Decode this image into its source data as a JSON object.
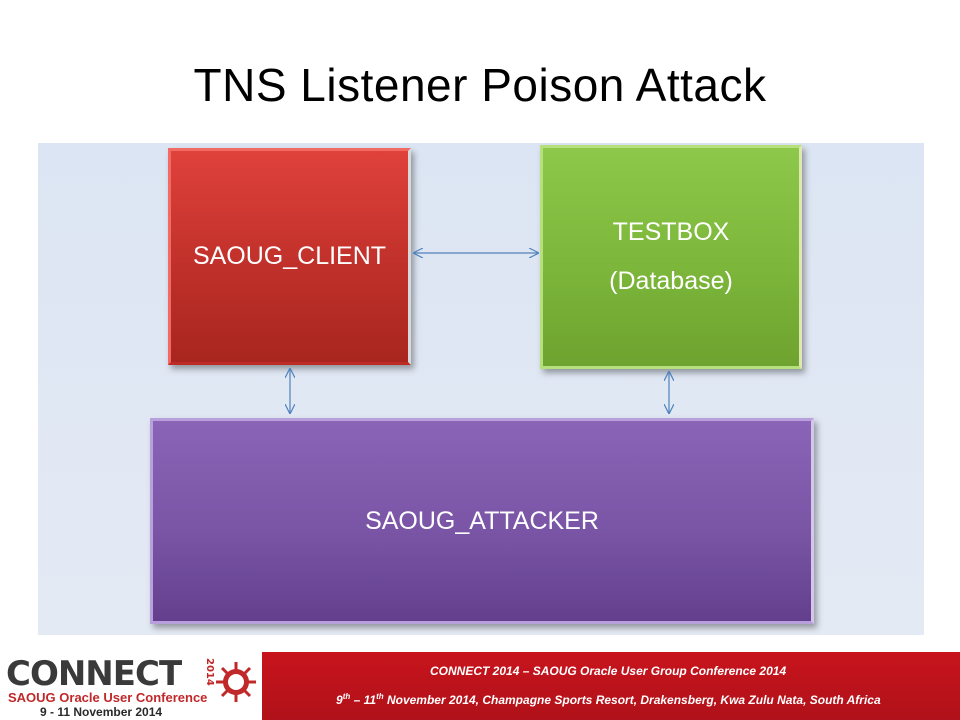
{
  "slide": {
    "title": "TNS Listener Poison Attack"
  },
  "diagram": {
    "client_label": "SAOUG_CLIENT",
    "testbox_label": "TESTBOX",
    "testbox_sublabel": "(Database)",
    "attacker_label": "SAOUG_ATTACKER"
  },
  "footer": {
    "logo_word": "CONNECT",
    "logo_year": "2014",
    "logo_subtitle": "SAOUG Oracle User Conference",
    "logo_dates": "9 - 11 November 2014",
    "banner_line1": "CONNECT 2014 – SAOUG Oracle User Group Conference 2014",
    "banner_line2_start": "9",
    "banner_line2_sup1": "th",
    "banner_line2_mid": " – 11",
    "banner_line2_sup2": "th",
    "banner_line2_rest": " November 2014, Champagne Sports Resort, Drakensberg, Kwa Zulu Nata, South Africa"
  },
  "colors": {
    "client": "#c0302a",
    "testbox": "#7cb63a",
    "attacker": "#7a55a6",
    "arrow": "#4f81bd",
    "banner": "#c8141c"
  }
}
